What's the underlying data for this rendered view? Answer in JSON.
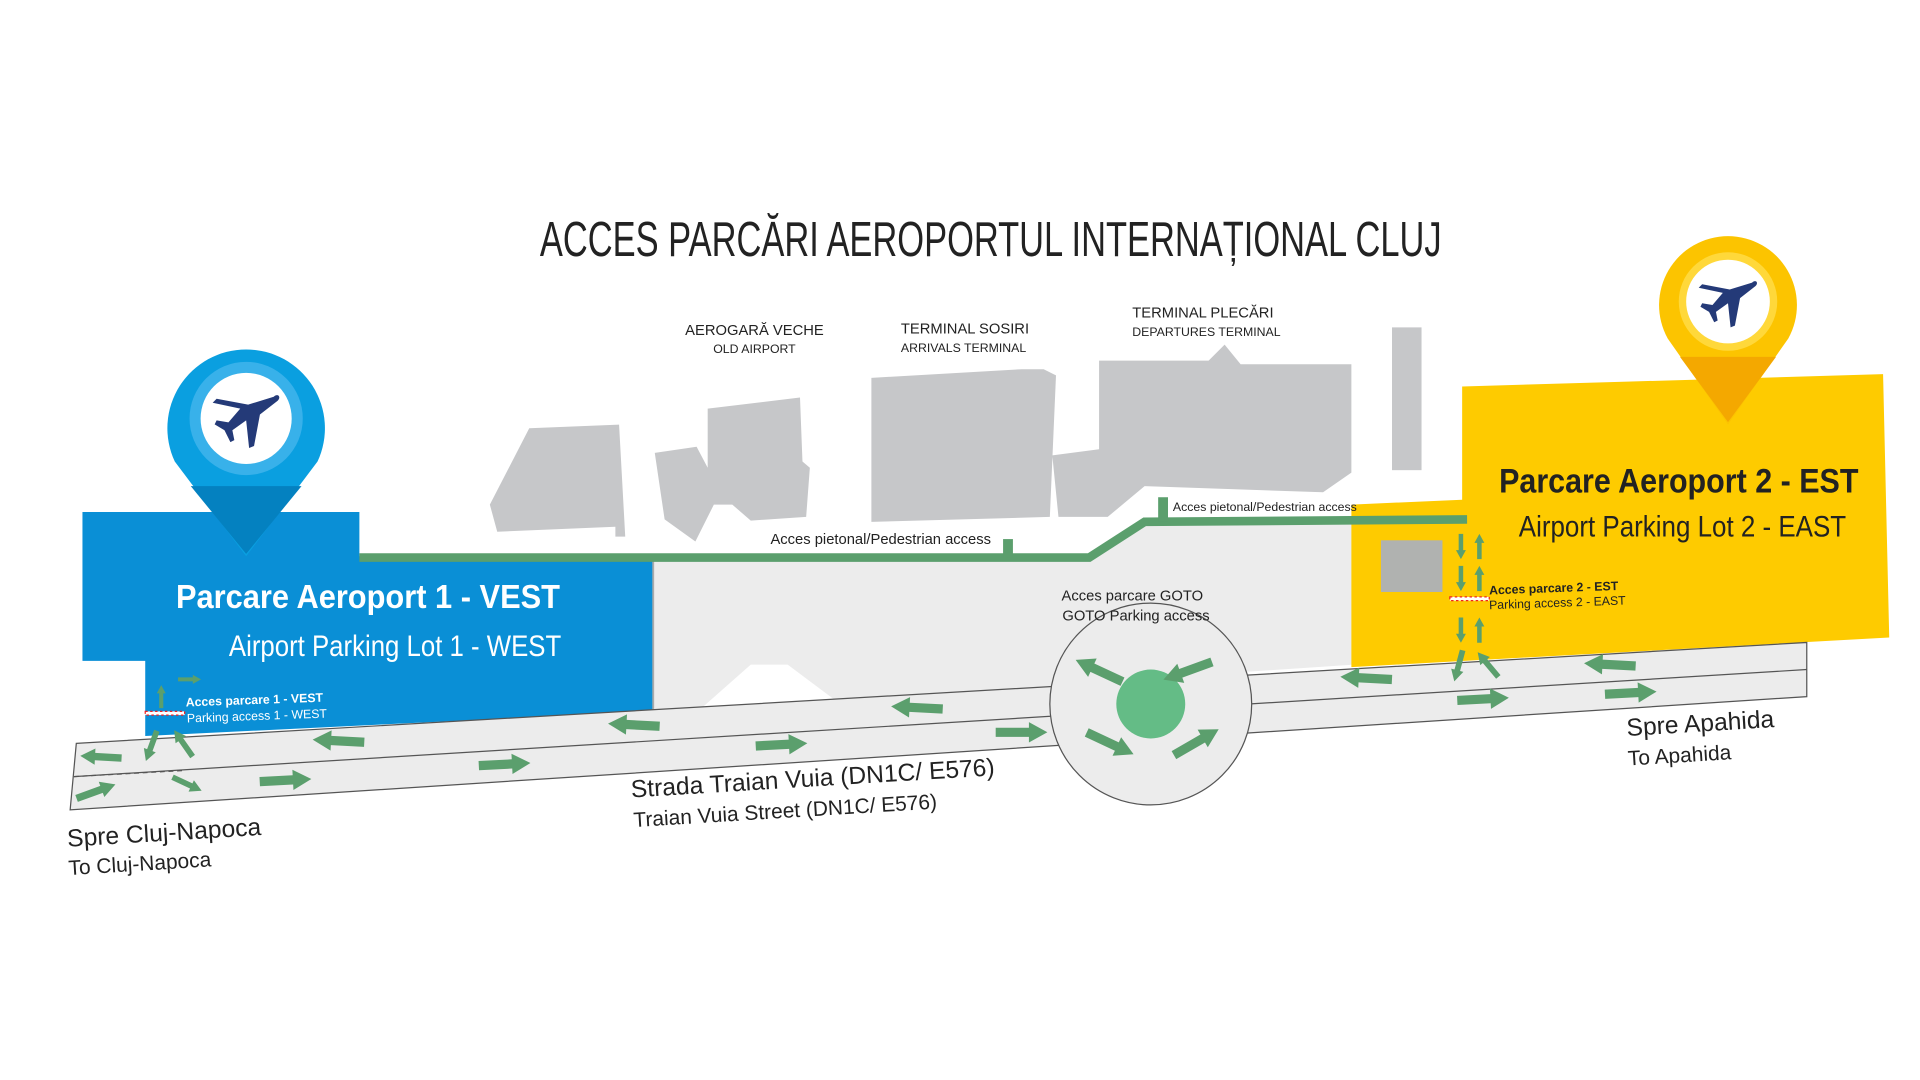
{
  "title": "ACCES PARCĂRI AEROPORTUL INTERNAȚIONAL CLUJ",
  "buildings": {
    "old_airport": {
      "ro": "AEROGARĂ VECHE",
      "en": "OLD AIRPORT"
    },
    "arrivals": {
      "ro": "TERMINAL SOSIRI",
      "en": "ARRIVALS TERMINAL"
    },
    "departures": {
      "ro": "TERMINAL PLECĂRI",
      "en": "DEPARTURES TERMINAL"
    }
  },
  "pedestrian_access": "Acces pietonal/Pedestrian access",
  "parking1": {
    "title": "Parcare Aeroport  1 - VEST",
    "subtitle": "Airport Parking Lot 1 - WEST",
    "access_ro": "Acces parcare 1 - VEST",
    "access_en": "Parking access 1  - WEST"
  },
  "parking2": {
    "title": "Parcare Aeroport 2 - EST",
    "subtitle": "Airport Parking Lot 2 - EAST",
    "access_ro": "Acces parcare 2 - EST",
    "access_en": "Parking access 2  - EAST"
  },
  "goto": {
    "ro": "Acces parcare GOTO",
    "en": "GOTO Parking access"
  },
  "street": {
    "ro": "Strada Traian Vuia (DN1C/ E576)",
    "en": "Traian Vuia Street (DN1C/ E576)"
  },
  "west_dir": {
    "ro": "Spre Cluj-Napoca",
    "en": "To Cluj-Napoca"
  },
  "east_dir": {
    "ro": "Spre Apahida",
    "en": "To Apahida"
  },
  "colors": {
    "blue": "#0a8fd6",
    "yellow": "#fecb00",
    "green": "#5b9f6d",
    "building": "#c6c7c9",
    "road": "#ececec",
    "plane": "#243a78"
  }
}
